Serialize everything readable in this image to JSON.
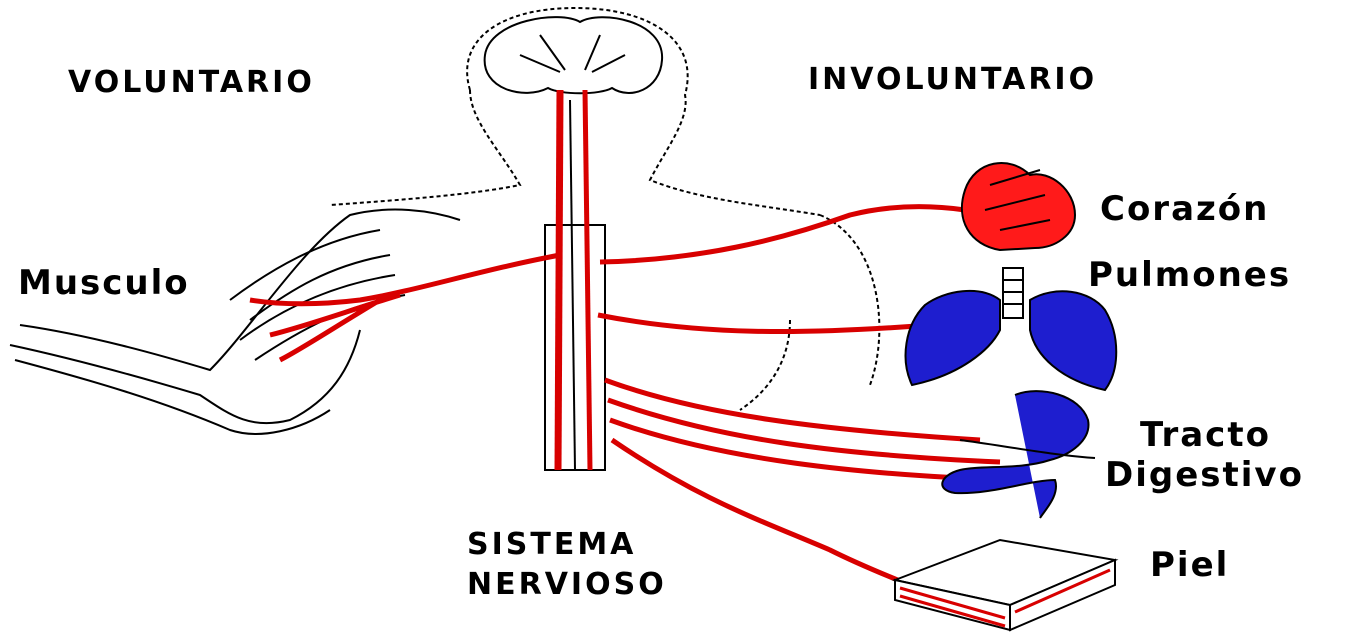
{
  "labels": {
    "voluntario": "VOLUNTARIO",
    "involuntario": "INVOLUNTARIO",
    "musculo": "Musculo",
    "corazon": "Corazón",
    "pulmones": "Pulmones",
    "tracto": "Tracto",
    "digestivo": "Digestivo",
    "piel": "Piel",
    "sistema": "SISTEMA",
    "nervioso": "NERVIOSO"
  },
  "colors": {
    "nerve": "#d80000",
    "heart": "#ff1a1a",
    "organ_blue": "#1e1ecf",
    "outline": "#000000"
  }
}
